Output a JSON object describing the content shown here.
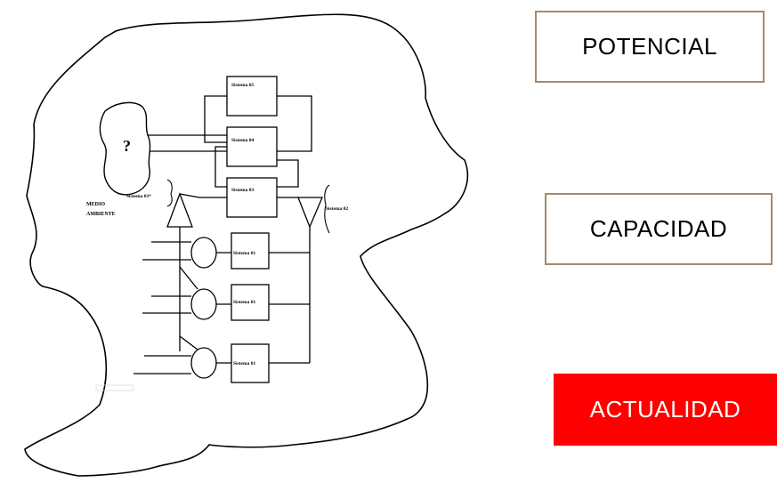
{
  "diagram": {
    "question_mark": "?",
    "medio_ambiente_line1": "MEDIO",
    "medio_ambiente_line2": "AMBIENTE",
    "sistema_05": "Sistema 05",
    "sistema_04": "Sistema 04",
    "sistema_03": "Sistema 03",
    "sistema_03_star": "Sistema 03*",
    "sistema_02": "Sistema 02",
    "sistema_01_a": "Sistema 01",
    "sistema_01_b": "Sistema 01",
    "sistema_01_c": "Sistema 01"
  },
  "concepts": {
    "potencial": "POTENCIAL",
    "capacidad": "CAPACIDAD",
    "actualidad": "ACTUALIDAD"
  },
  "colors": {
    "box_border": "#a58a6e",
    "actualidad_background": "#ff0000",
    "actualidad_text": "#ffffff"
  }
}
